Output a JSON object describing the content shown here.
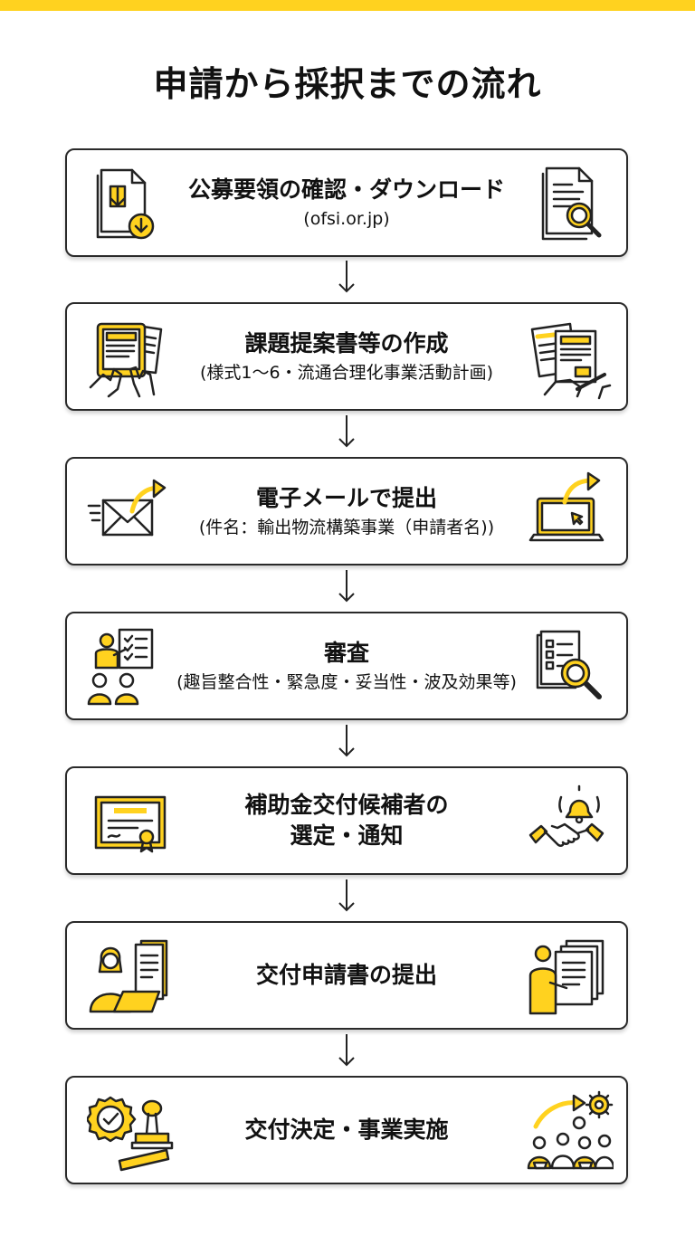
{
  "title": "申請から採択までの流れ",
  "colors": {
    "accent": "#FFD21F",
    "stroke": "#222222",
    "text": "#111111"
  },
  "steps": [
    {
      "title": "公募要領の確認・ダウンロード",
      "subtitle": "(ofsi.or.jp)",
      "icons": [
        "document-download-icon",
        "document-search-icon"
      ]
    },
    {
      "title": "課題提案書等の作成",
      "subtitle": "(様式1〜6・流通合理化事業活動計画)",
      "icons": [
        "tablet-typing-icon",
        "documents-writing-icon"
      ]
    },
    {
      "title": "電子メールで提出",
      "subtitle": "(件名：輸出物流構築事業（申請者名))",
      "icons": [
        "email-send-icon",
        "laptop-send-icon"
      ]
    },
    {
      "title": "審査",
      "subtitle": "(趣旨整合性・緊急度・妥当性・波及効果等)",
      "icons": [
        "presentation-review-icon",
        "checklist-magnifier-icon"
      ]
    },
    {
      "title": "補助金交付候補者の",
      "subtitle": "選定・通知",
      "icons": [
        "certificate-icon",
        "handshake-bell-icon"
      ]
    },
    {
      "title": "交付申請書の提出",
      "icons": [
        "person-laptop-document-icon",
        "person-submitting-documents-icon"
      ]
    },
    {
      "title": "交付決定・事業実施",
      "icons": [
        "approval-stamp-icon",
        "team-gears-icon"
      ]
    }
  ]
}
